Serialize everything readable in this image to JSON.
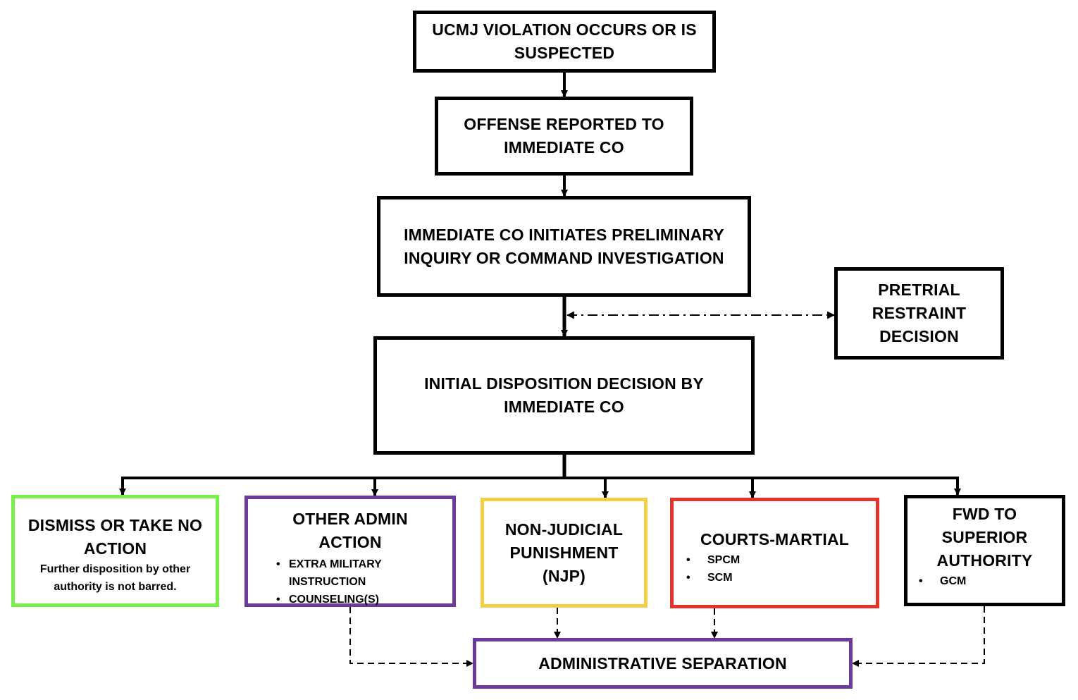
{
  "colors": {
    "black": "#000000",
    "dismiss_border": "#77f04b",
    "admin_border": "#6c3a98",
    "njp_border": "#f3cd44",
    "courts_border": "#e2342a",
    "separation_border": "#6c3a98"
  },
  "nodes": {
    "ucmj": {
      "line1": "UCMJ VIOLATION OCCURS OR IS",
      "line2": "SUSPECTED"
    },
    "report": {
      "line1": "OFFENSE REPORTED TO",
      "line2": "IMMEDIATE CO"
    },
    "inquiry": {
      "line1": "IMMEDIATE CO INITIATES PRELIMINARY",
      "line2": "INQUIRY OR COMMAND INVESTIGATION"
    },
    "pretrial": {
      "line1": "PRETRIAL",
      "line2": "RESTRAINT",
      "line3": "DECISION"
    },
    "initial": {
      "line1": "INITIAL DISPOSITION DECISION BY",
      "line2": "IMMEDIATE CO"
    },
    "dismiss": {
      "line1": "DISMISS OR TAKE NO",
      "line2": "ACTION",
      "note1": "Further disposition by other",
      "note2": "authority is not barred."
    },
    "admin": {
      "line1": "OTHER ADMIN",
      "line2": "ACTION",
      "bullet_symbol": "•",
      "bullets": [
        "EXTRA MILITARY",
        "INSTRUCTION",
        "COUNSELING(S)"
      ]
    },
    "njp": {
      "line1": "NON-JUDICIAL",
      "line2": "PUNISHMENT",
      "line3": "(NJP)"
    },
    "courts": {
      "line1": "COURTS-MARTIAL",
      "bullet_symbol": "•",
      "bullets": [
        "SPCM",
        "SCM"
      ]
    },
    "fwd": {
      "line1": "FWD TO",
      "line2": "SUPERIOR",
      "line3": "AUTHORITY",
      "bullet_symbol": "•",
      "bullets": [
        "GCM"
      ]
    },
    "separation": {
      "line1": "ADMINISTRATIVE SEPARATION"
    }
  }
}
